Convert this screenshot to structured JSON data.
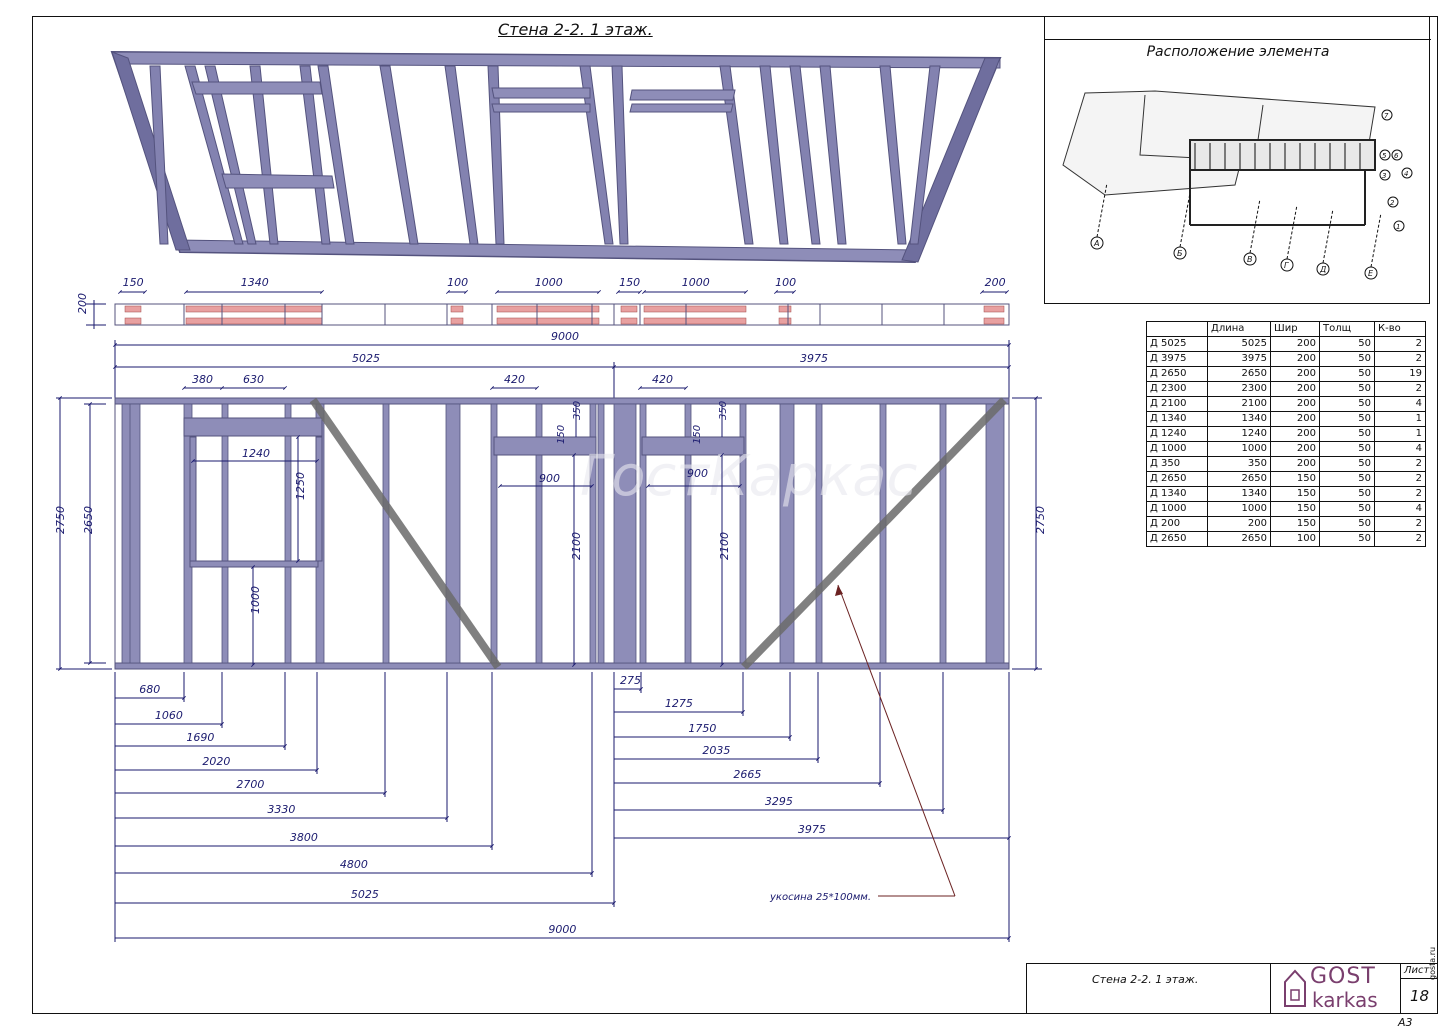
{
  "drawing": {
    "title": "Стена 2-2.    1 этаж.",
    "watermark": "ГостКаркас"
  },
  "location_panel": {
    "title": "Расположение элемента",
    "axes_letters": [
      "А",
      "Б",
      "В",
      "Г",
      "Д",
      "Е"
    ],
    "axes_numbers": [
      "1",
      "2",
      "3",
      "4",
      "5",
      "6",
      "7"
    ]
  },
  "top_plan_dims": [
    "150",
    "1340",
    "100",
    "1000",
    "150",
    "1000",
    "100",
    "200"
  ],
  "plan_height": "200",
  "dims": {
    "overall_top": "9000",
    "left_part": "5025",
    "right_part": "3975",
    "w380": "380",
    "w630": "630",
    "w420a": "420",
    "w420b": "420",
    "win_w": "1240",
    "win_h": "1250",
    "sill_h": "1000",
    "door1_w": "900",
    "door1_h": "2100",
    "door2_w": "900",
    "door2_h": "2100",
    "lintel1": "350",
    "lintel2": "350",
    "top1": "150",
    "top2": "150",
    "height_outer": "2750",
    "height_inner": "2650",
    "height_right": "2750"
  },
  "left_chain": [
    "680",
    "1060",
    "1690",
    "2020",
    "2700",
    "3330",
    "3800",
    "4800",
    "5025",
    "9000"
  ],
  "right_chain": [
    "275",
    "1275",
    "1750",
    "2035",
    "2665",
    "3295",
    "3975"
  ],
  "brace_note": "укосина 25*100мм.",
  "spec_table": {
    "headers": [
      "",
      "Длина",
      "Шир",
      "Толщ",
      "К-во"
    ],
    "rows": [
      [
        "Д  5025",
        "5025",
        "200",
        "50",
        "2"
      ],
      [
        "Д  3975",
        "3975",
        "200",
        "50",
        "2"
      ],
      [
        "Д  2650",
        "2650",
        "200",
        "50",
        "19"
      ],
      [
        "Д  2300",
        "2300",
        "200",
        "50",
        "2"
      ],
      [
        "Д  2100",
        "2100",
        "200",
        "50",
        "4"
      ],
      [
        "Д  1340",
        "1340",
        "200",
        "50",
        "1"
      ],
      [
        "Д  1240",
        "1240",
        "200",
        "50",
        "1"
      ],
      [
        "Д  1000",
        "1000",
        "200",
        "50",
        "4"
      ],
      [
        "Д  350",
        "350",
        "200",
        "50",
        "2"
      ],
      [
        "Д  2650",
        "2650",
        "150",
        "50",
        "2"
      ],
      [
        "Д  1340",
        "1340",
        "150",
        "50",
        "2"
      ],
      [
        "Д  1000",
        "1000",
        "150",
        "50",
        "4"
      ],
      [
        "Д  200",
        "200",
        "150",
        "50",
        "2"
      ],
      [
        "Д  2650",
        "2650",
        "100",
        "50",
        "2"
      ]
    ]
  },
  "stamp": {
    "name": "Стена 2-2.    1 этаж.",
    "logo_top": "GOST",
    "logo_bottom": "karkas",
    "sheet_label": "Лист",
    "sheet_number": "18",
    "site": "gosta.ru"
  },
  "sheet_size": "А3",
  "colors": {
    "frame": "#7b7aa6",
    "frame_dark": "#54537e",
    "dim": "#1a1a6e",
    "plan_red": "#e8a0a0",
    "brace": "#777777"
  }
}
